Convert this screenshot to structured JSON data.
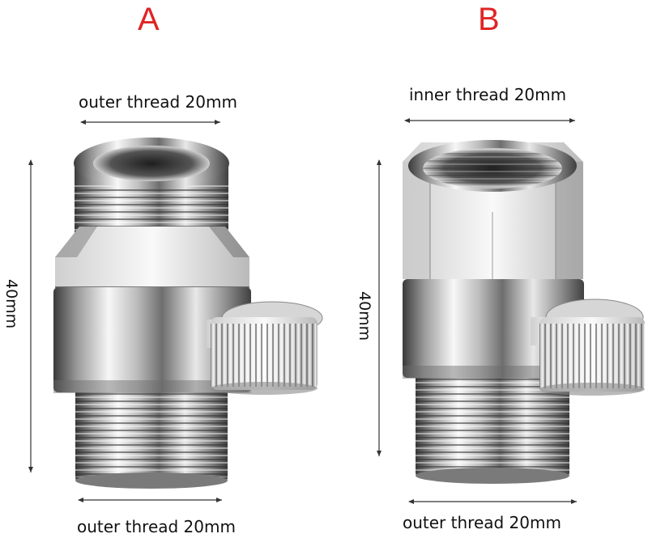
{
  "variants": [
    {
      "letter": "A",
      "top_label": "outer thread 20mm",
      "bottom_label": "outer thread 20mm",
      "height_label": "40mm",
      "product": "Shower diverter valve with male thread on both ends"
    },
    {
      "letter": "B",
      "top_label": "inner thread 20mm",
      "bottom_label": "outer thread 20mm",
      "height_label": "40mm",
      "product": "Shower diverter valve with female top thread and male bottom thread"
    }
  ],
  "colors": {
    "letter_red": "#e02424",
    "chrome_dark": "#3c3c3c",
    "chrome_mid": "#a9a9a9",
    "chrome_light": "#f4f4f4"
  }
}
